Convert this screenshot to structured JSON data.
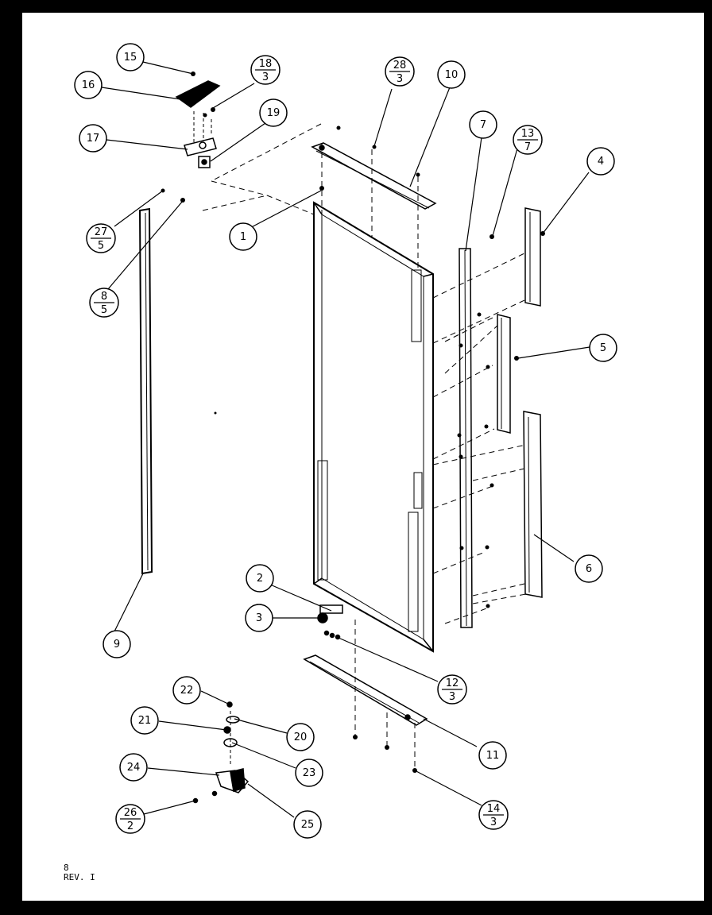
{
  "footer": {
    "page_number": "8",
    "revision": "REV. I"
  },
  "callouts": {
    "c1": "1",
    "c2": "2",
    "c3": "3",
    "c4": "4",
    "c5": "5",
    "c6": "6",
    "c7": "7",
    "c9": "9",
    "c10": "10",
    "c11": "11",
    "c15": "15",
    "c16": "16",
    "c17": "17",
    "c19": "19",
    "c20": "20",
    "c21": "21",
    "c22": "22",
    "c23": "23",
    "c24": "24",
    "c25": "25",
    "f8": {
      "num": "8",
      "den": "5"
    },
    "f12": {
      "num": "12",
      "den": "3"
    },
    "f13": {
      "num": "13",
      "den": "7"
    },
    "f14": {
      "num": "14",
      "den": "3"
    },
    "f18": {
      "num": "18",
      "den": "3"
    },
    "f26": {
      "num": "26",
      "den": "2"
    },
    "f27": {
      "num": "27",
      "den": "5"
    },
    "f28": {
      "num": "28",
      "den": "3"
    }
  }
}
